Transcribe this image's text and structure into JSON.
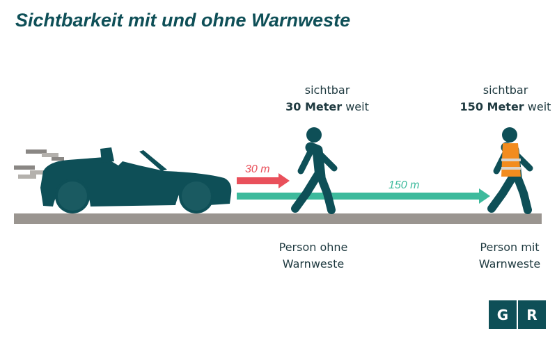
{
  "title": "Sichtbarkeit mit und ohne Warnweste",
  "person_without_vest": {
    "visible_word": "sichtbar",
    "distance_bold": "30 Meter",
    "distance_suffix": "weit",
    "arrow_label": "30 m",
    "caption_line1": "Person ohne",
    "caption_line2": "Warnweste"
  },
  "person_with_vest": {
    "visible_word": "sichtbar",
    "distance_bold": "150 Meter",
    "distance_suffix": "weit",
    "arrow_label": "150 m",
    "caption_line1": "Person mit",
    "caption_line2": "Warnweste"
  },
  "logo": {
    "letter1": "G",
    "letter2": "R"
  },
  "colors": {
    "title": "#0e4f57",
    "car": "#0e4f57",
    "pedestrian": "#0e4f57",
    "arrow_short": "#e9505b",
    "arrow_long": "#3dba9c",
    "vest": "#f28c1e",
    "ground": "#9a9590"
  }
}
